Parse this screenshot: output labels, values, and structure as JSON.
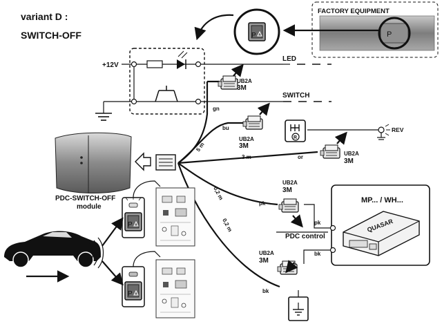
{
  "title": {
    "line1": "variant D :",
    "line2": "SWITCH-OFF"
  },
  "factory_label": "FACTORY EQUIPMENT",
  "supply_label": "+12V",
  "outputs": {
    "led": "LED",
    "switch": "SWITCH"
  },
  "wire_colors": {
    "gn": "gn",
    "bu": "bu",
    "or": "or",
    "pk_upper": "pk",
    "pk_lower": "pk",
    "bk_left": "bk",
    "bk_right": "bk"
  },
  "lengths": {
    "five_m": "5 m",
    "three_m": "3 m",
    "point2_a": "0,2 m",
    "point2_b": "0,2 m"
  },
  "connectors": {
    "c1": {
      "name": "UB2A",
      "spec": "3M"
    },
    "c2": {
      "name": "UB2A",
      "spec": "3M"
    },
    "c3": {
      "name": "UB2A",
      "spec": "3M"
    },
    "c4": {
      "name": "UB2A",
      "spec": "3M"
    },
    "c5": {
      "name": "UB2A",
      "spec": "3M"
    }
  },
  "rev_label": "REV",
  "module": {
    "line1": "PDC-SWITCH-OFF",
    "line2": "module"
  },
  "pdc_control": "PDC control",
  "mp_label": "MP... / WH...",
  "device_brand": "QUASAR",
  "button_symbol": "P",
  "gear_symbol": "R",
  "colors": {
    "ink": "#111111",
    "panel": "#bdbdbd",
    "background": "#ffffff"
  }
}
